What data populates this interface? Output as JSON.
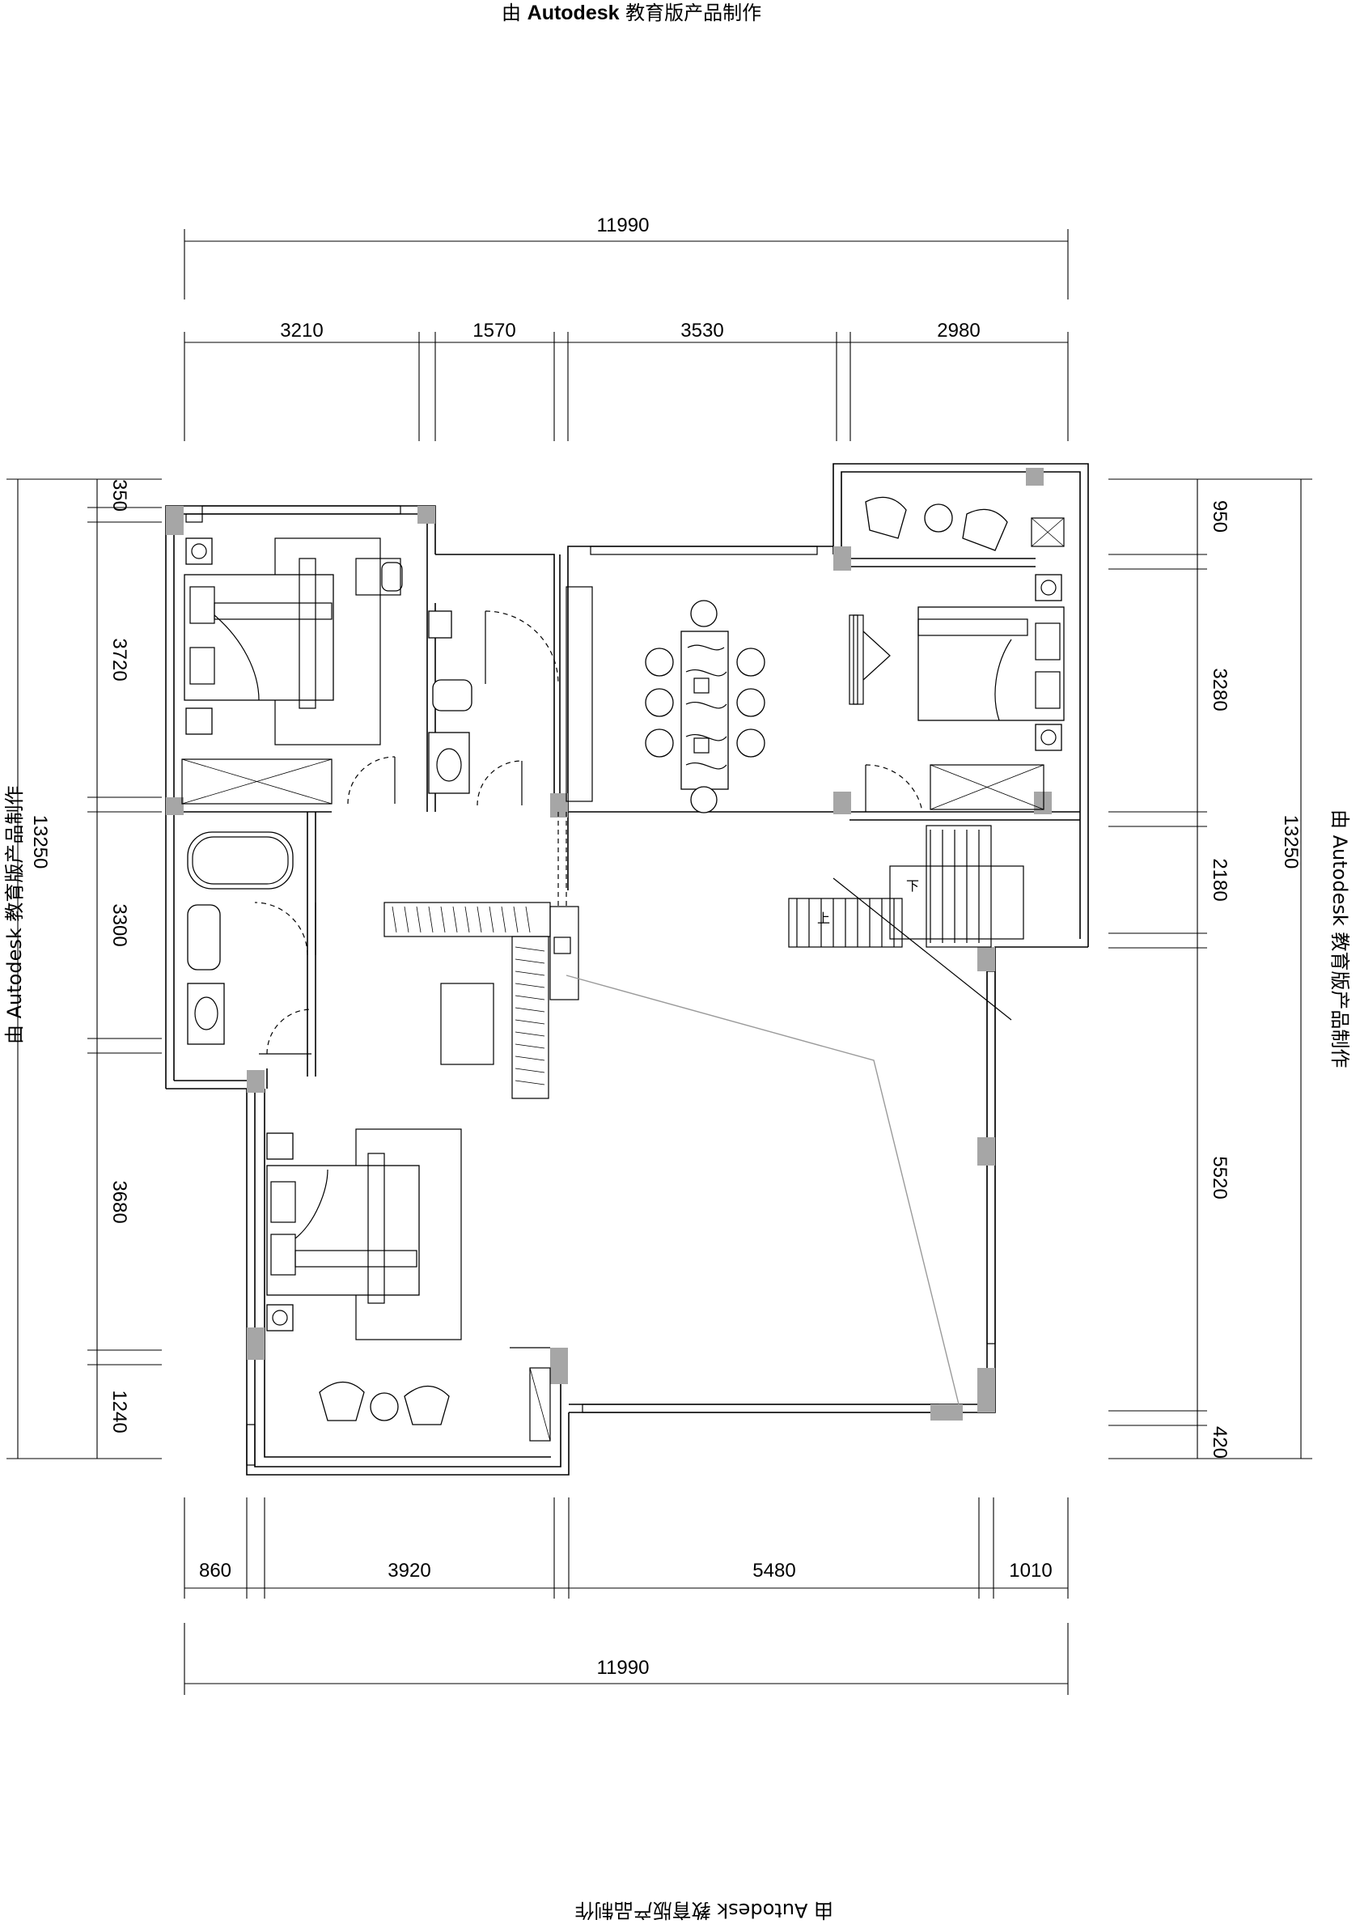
{
  "watermark": {
    "top": "由 Autodesk 教育版产品制作",
    "top_prefix": "由 ",
    "brand": "Autodesk",
    "suffix": " 教育版产品制作",
    "left": "由 Autodesk 教育版产品制作",
    "right": "由 Autodesk 教育版产品制作",
    "bottom": "由 Autodesk 教育版产品制作"
  },
  "dimensions": {
    "top_total": "11990",
    "top_segments": [
      "3210",
      "1570",
      "3530",
      "2980"
    ],
    "bottom_segments": [
      "860",
      "3920",
      "5480",
      "1010"
    ],
    "bottom_total": "11990",
    "left_segments": [
      "350",
      "3720",
      "3300",
      "3680",
      "1240"
    ],
    "left_total": "13250",
    "right_segments": [
      "950",
      "3280",
      "2180",
      "5520",
      "420"
    ],
    "right_total": "13250"
  },
  "stair_labels": {
    "down": "下",
    "up": "上"
  },
  "colors": {
    "line": "#000000",
    "column_fill": "#a6a6a6",
    "void_diagonal": "#9a9a9a",
    "background": "#ffffff"
  }
}
